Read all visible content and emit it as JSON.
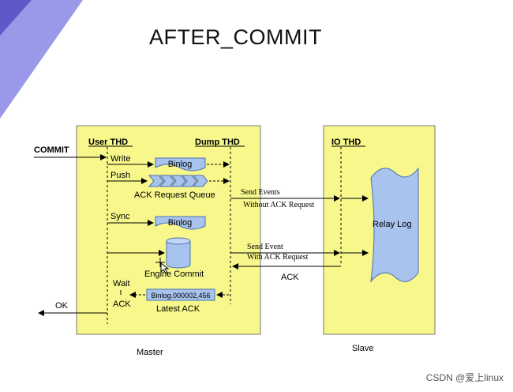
{
  "title": "AFTER_COMMIT",
  "watermark": "CSDN @爱上linux",
  "master": {
    "label": "Master",
    "user_thd": "User THD",
    "dump_thd": "Dump THD",
    "commit": "COMMIT",
    "write": "Write",
    "push": "Push",
    "binlog": "Binlog",
    "ack_queue": "ACK Request Queue",
    "sync": "Sync",
    "binlog2": "Binlog",
    "engine_commit": "Engine Commit",
    "wait": "Wait",
    "ack": "ACK",
    "ok": "OK",
    "binlog_pos": "Binlog.000002,456",
    "latest_ack": "Latest ACK"
  },
  "slave": {
    "label": "Slave",
    "io_thd": "IO THD",
    "relay_log": "Relay Log"
  },
  "arrows": {
    "send_events_1": "Send Events",
    "send_events_2": "Without ACK Request",
    "send_event_1": "Send Event",
    "send_event_2": "With ACK Request",
    "ack_back": "ACK"
  },
  "colors": {
    "box_fill": "#f7f78c",
    "blue_fill": "#a8c3ee",
    "corner": "#9494e6"
  }
}
